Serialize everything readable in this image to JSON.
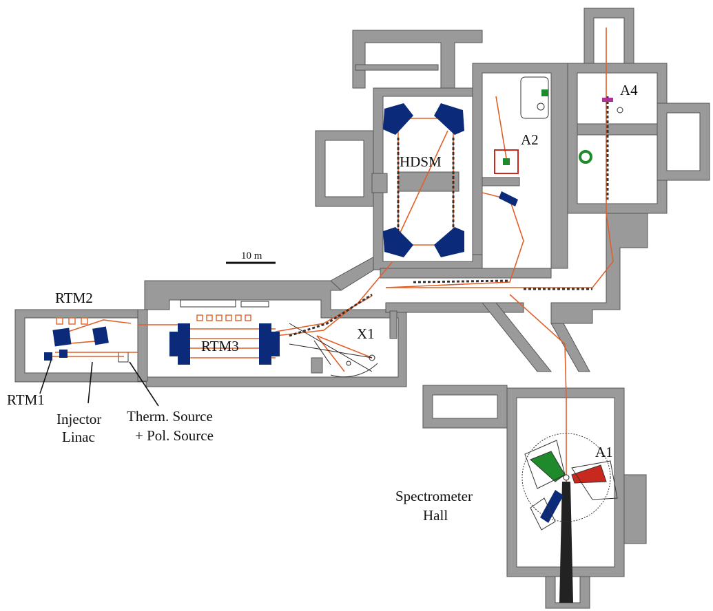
{
  "colors": {
    "wall": "#9a9a9a",
    "wall_edge": "#555555",
    "beam": "#e0602a",
    "magnet": "#0b2a7a",
    "green": "#1f8a2c",
    "red": "#c8281e",
    "floor": "#ffffff"
  },
  "labels": {
    "rtm1": "RTM1",
    "rtm2": "RTM2",
    "rtm3": "RTM3",
    "hdsm": "HDSM",
    "a1": "A1",
    "a2": "A2",
    "a4": "A4",
    "x1": "X1",
    "injector_line1": "Injector",
    "injector_line2": "Linac",
    "source_line1": "Therm. Source",
    "source_line2": "+ Pol. Source",
    "hall_line1": "Spectrometer",
    "hall_line2": "Hall",
    "scale": "10 m"
  }
}
